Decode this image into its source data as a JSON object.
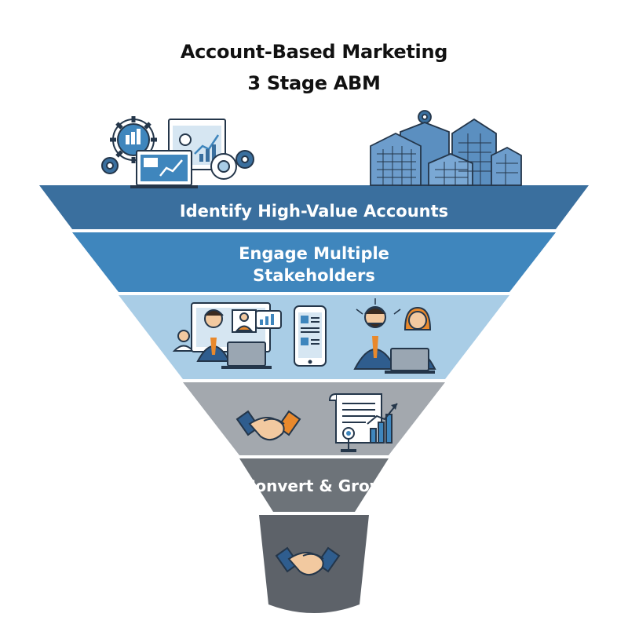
{
  "title": {
    "line1": "Account-Based Marketing",
    "line2": "3 Stage ABM"
  },
  "stages": [
    {
      "label": "Identify High-Value Accounts",
      "color": "#3a6f9e"
    },
    {
      "label_line1": "Engage Multiple",
      "label_line2": "Stakeholders",
      "color": "#3f86bd"
    },
    {
      "label": "",
      "color": "#a9cde6"
    },
    {
      "label": "",
      "color": "#a3a8ae"
    },
    {
      "label": "Convert & Grow",
      "color": "#6d7379"
    },
    {
      "label": "",
      "color": "#5d6269"
    }
  ],
  "icons": {
    "top_left": "analytics-dashboard-icon",
    "top_right": "office-buildings-icon",
    "engage": "video-call-team-icon",
    "deal": "handshake-contract-growth-icon",
    "bottom": "handshake-icon"
  },
  "colors": {
    "accent_orange": "#e9892c",
    "navy": "#1f3c63",
    "line_dark": "#24364a"
  }
}
